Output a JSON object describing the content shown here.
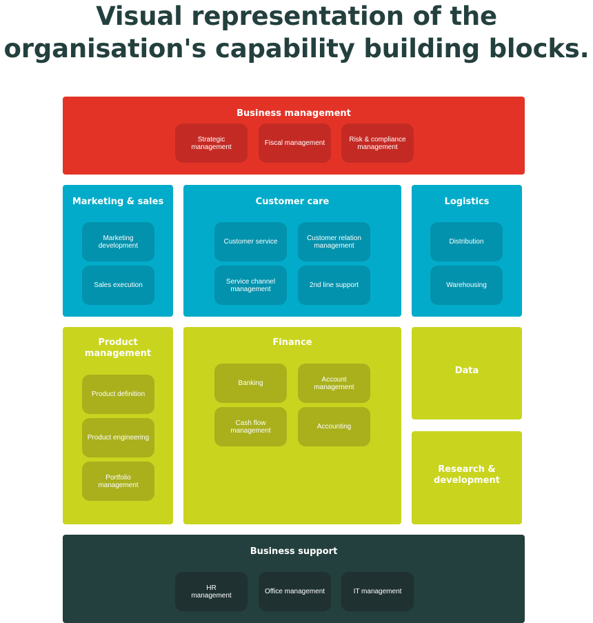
{
  "title": {
    "line1": "Visual representation of the",
    "line2": "organisation's capability building blocks."
  },
  "business_management": {
    "title": "Business management",
    "items": [
      "Strategic management",
      "Fiscal management",
      "Risk & compliance management"
    ]
  },
  "marketing_sales": {
    "title": "Marketing & sales",
    "items": [
      "Marketing development",
      "Sales execution"
    ]
  },
  "customer_care": {
    "title": "Customer care",
    "items": [
      "Customer service",
      "Customer relation management",
      "Service channel management",
      "2nd line support"
    ]
  },
  "logistics": {
    "title": "Logistics",
    "items": [
      "Distribution",
      "Warehousing"
    ]
  },
  "product_management": {
    "title": "Product management",
    "items": [
      "Product definition",
      "Product engineering",
      "Portfolio management"
    ]
  },
  "finance": {
    "title": "Finance",
    "items": [
      "Banking",
      "Account management",
      "Cash flow management",
      "Accounting"
    ]
  },
  "data": {
    "title": "Data"
  },
  "research_development": {
    "title": "Research & development"
  },
  "business_support": {
    "title": "Business support",
    "items": [
      "HR management",
      "Office management",
      "IT management"
    ]
  },
  "colors": {
    "red": "#e33327",
    "blue": "#02abc9",
    "lime": "#c9d41f",
    "dark": "#233f3e"
  }
}
